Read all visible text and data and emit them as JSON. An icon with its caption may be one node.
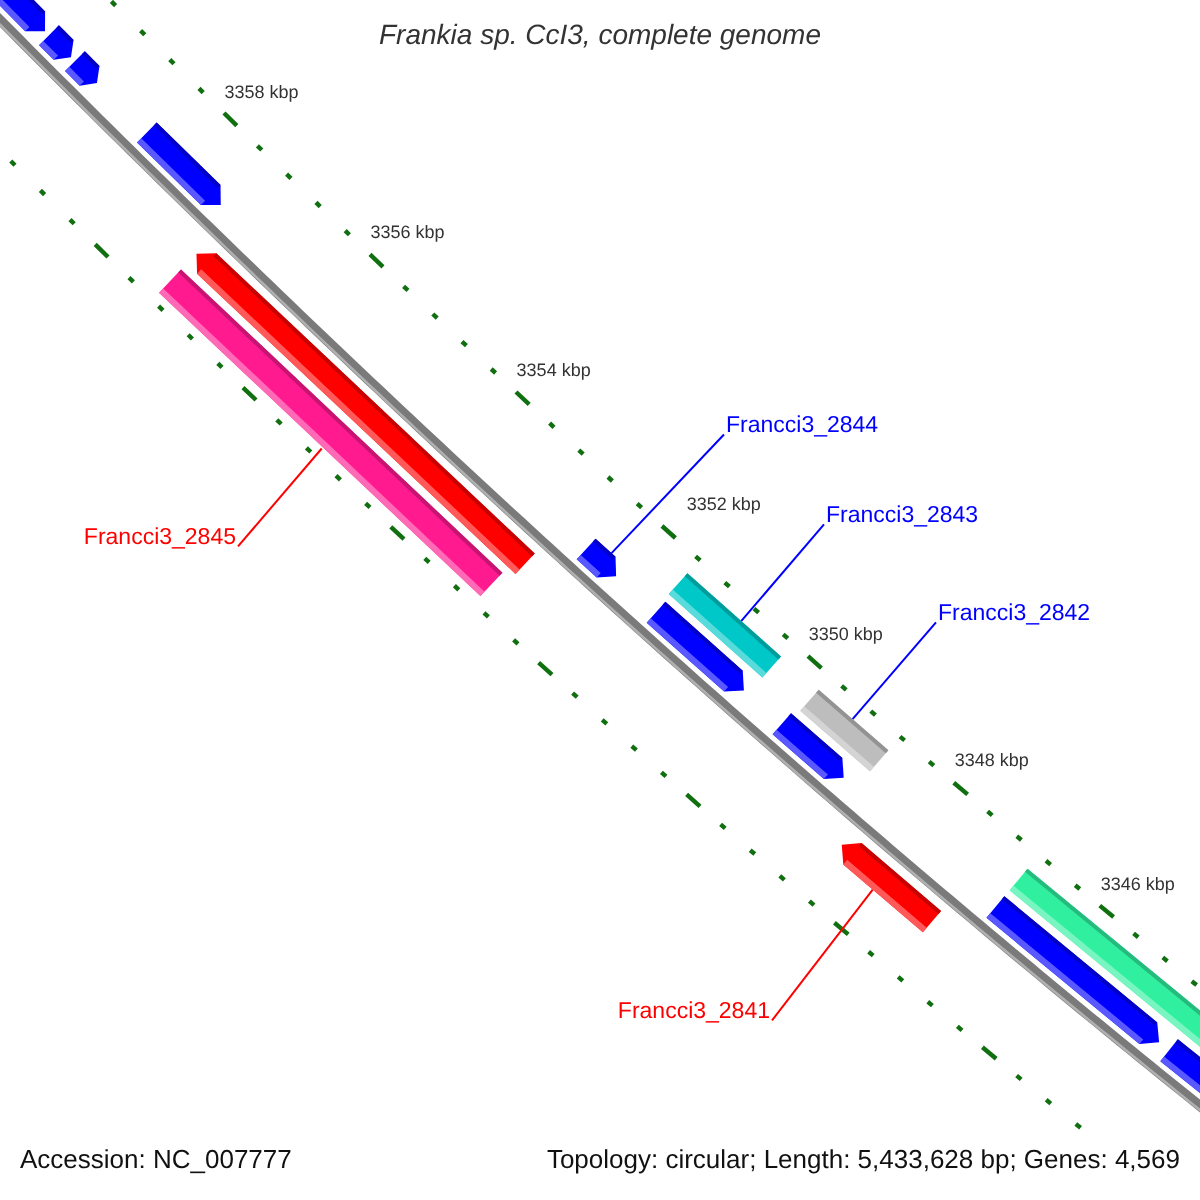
{
  "diagram": {
    "title": "Frankia sp. CcI3, complete genome",
    "nodes": [
      {
        "text": [
          "Francci3_2844"
        ]
      },
      {
        "text": [
          "Francci3_2843"
        ]
      },
      {
        "text": [
          "Francci3_2845"
        ]
      },
      {
        "text": [
          "Francci3_2842"
        ]
      },
      {
        "text": [
          "Francci3_2841"
        ]
      },
      {
        "text": [],
        "shape": "arrow"
      },
      {
        "text": [],
        "shape": "arrow"
      },
      {
        "text": [],
        "shape": "arrow"
      },
      {
        "text": [],
        "shape": "arrow"
      },
      {
        "text": [],
        "shape": "bar"
      },
      {
        "text": [],
        "shape": "arrow"
      },
      {
        "text": [],
        "shape": "arrow"
      },
      {
        "text": [],
        "shape": "arrow"
      },
      {
        "text": [],
        "shape": "bar"
      },
      {
        "text": [],
        "shape": "arrow"
      },
      {
        "text": [],
        "shape": "bar"
      },
      {
        "text": [],
        "shape": "arrow"
      },
      {
        "text": [],
        "shape": "arrow"
      },
      {
        "text": [],
        "shape": "bar"
      },
      {
        "text": [],
        "shape": "arrow"
      }
    ],
    "edges": [
      {
        "from": 2,
        "to": 9,
        "arrow": "none",
        "color": "#ff0000"
      },
      {
        "from": 0,
        "to": 11,
        "arrow": "none"
      },
      {
        "from": 1,
        "to": 13,
        "arrow": "none"
      },
      {
        "from": 3,
        "to": 15,
        "arrow": "none"
      },
      {
        "from": 4,
        "to": 16,
        "arrow": "none",
        "color": "#ff0000"
      }
    ],
    "labels": [
      "3358 kbp",
      "3356 kbp",
      "3354 kbp",
      "3352 kbp",
      "3350 kbp",
      "3348 kbp",
      "3346 kbp",
      "Accession: NC_007777",
      "Topology: circular; Length: 5,433,628 bp; Genes: 4,569"
    ]
  }
}
